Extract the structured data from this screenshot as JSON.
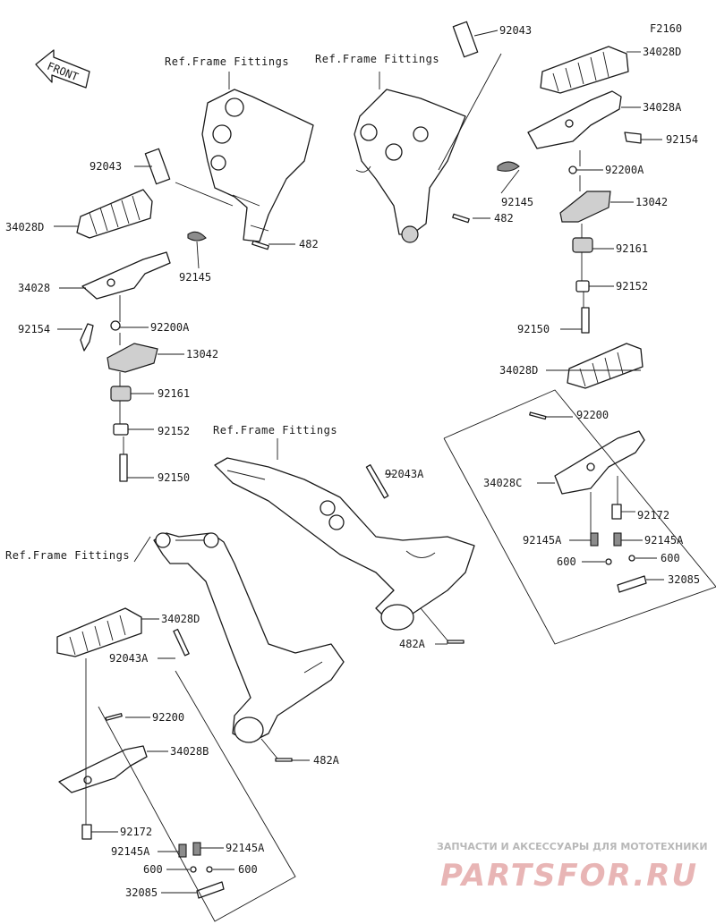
{
  "figure_code": "F2160",
  "front_label": "FRONT",
  "ref_labels": {
    "frame_top_left": "Ref.Frame Fittings",
    "frame_top_right": "Ref.Frame Fittings",
    "frame_middle": "Ref.Frame Fittings",
    "frame_bottom_left": "Ref.Frame Fittings"
  },
  "callouts": {
    "tl_92043": "92043",
    "tl_34028D": "34028D",
    "tl_34028": "34028",
    "tl_92145": "92145",
    "tl_482": "482",
    "tl_92154": "92154",
    "tl_92200A": "92200A",
    "tl_13042": "13042",
    "tl_92161": "92161",
    "tl_92152": "92152",
    "tl_92150": "92150",
    "tr_92043": "92043",
    "tr_34028D": "34028D",
    "tr_34028A": "34028A",
    "tr_92154": "92154",
    "tr_92200A": "92200A",
    "tr_92145": "92145",
    "tr_482": "482",
    "tr_13042": "13042",
    "tr_92161": "92161",
    "tr_92152": "92152",
    "tr_92150": "92150",
    "mr_34028D": "34028D",
    "mr_92200": "92200",
    "mr_92043A": "92043A",
    "mr_34028C": "34028C",
    "mr_92172": "92172",
    "mr_92145A_l": "92145A",
    "mr_92145A_r": "92145A",
    "mr_600_l": "600",
    "mr_600_r": "600",
    "mr_32085": "32085",
    "mr_482A": "482A",
    "bl_34028D": "34028D",
    "bl_92043A": "92043A",
    "bl_92200": "92200",
    "bl_34028B": "34028B",
    "bl_482A": "482A",
    "bl_92172": "92172",
    "bl_92145A_l": "92145A",
    "bl_92145A_r": "92145A",
    "bl_600_l": "600",
    "bl_600_r": "600",
    "bl_32085": "32085"
  },
  "watermark": {
    "tagline": "ЗАПЧАСТИ И АКСЕССУАРЫ ДЛЯ МОТОТЕХНИКИ",
    "brand": "PARTSFOR.RU"
  },
  "colors": {
    "ink": "#1a1a1a",
    "part_fill": "#ffffff",
    "watermark_brand": "#e8b5b5",
    "watermark_tagline": "#b8b8b8"
  }
}
